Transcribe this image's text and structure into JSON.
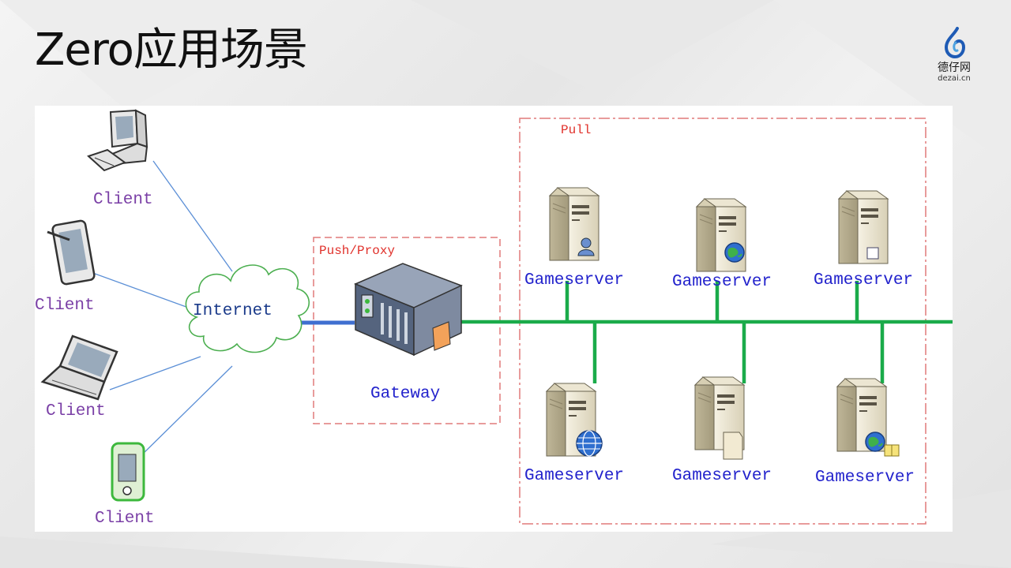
{
  "slide": {
    "title": "Zero应用场景"
  },
  "logo": {
    "name_cn": "德仔网",
    "domain": "dezai.cn"
  },
  "diagram": {
    "clients": [
      "Client",
      "Client",
      "Client",
      "Client"
    ],
    "internet_label": "Internet",
    "proxy_group_label": "Push/Proxy",
    "gateway_label": "Gateway",
    "pull_group_label": "Pull",
    "gameservers": [
      "Gameserver",
      "Gameserver",
      "Gameserver",
      "Gameserver",
      "Gameserver",
      "Gameserver"
    ]
  },
  "colors": {
    "bus": "#1aab4a",
    "client_link": "#5b8fd6",
    "internet_link": "#3f6fd0",
    "group_border": "#e07a7a"
  }
}
